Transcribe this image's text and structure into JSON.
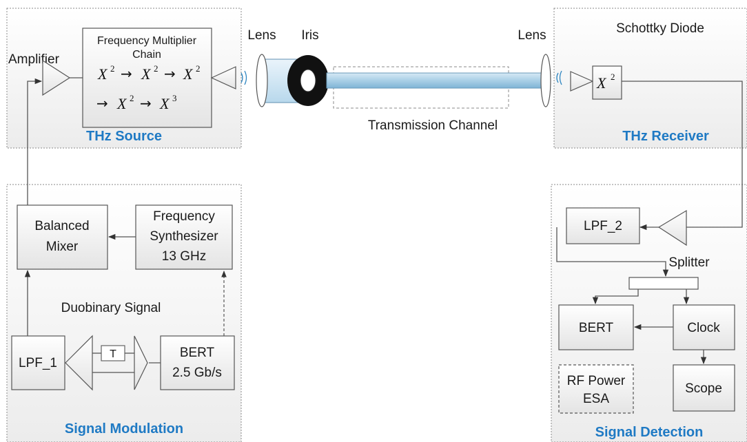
{
  "thz_source": {
    "title": "THz Source",
    "amplifier_label": "Amplifier",
    "multiplier_title_line1": "Frequency Multiplier",
    "multiplier_title_line2": "Chain",
    "math_var": "X",
    "exp2": "2",
    "exp3": "3",
    "arrow": "→"
  },
  "channel": {
    "lens_left": "Lens",
    "iris": "Iris",
    "lens_right": "Lens",
    "title": "Transmission Channel"
  },
  "thz_receiver": {
    "title": "THz Receiver",
    "diode_label": "Schottky Diode",
    "math_var": "X",
    "exp2": "2"
  },
  "signal_modulation": {
    "title": "Signal Modulation",
    "mixer_line1": "Balanced",
    "mixer_line2": "Mixer",
    "synth_line1": "Frequency",
    "synth_line2": "Synthesizer",
    "synth_line3": "13 GHz",
    "duobinary_label": "Duobinary Signal",
    "lpf1": "LPF_1",
    "delay": "T",
    "bert_line1": "BERT",
    "bert_line2": "2.5 Gb/s"
  },
  "signal_detection": {
    "title": "Signal Detection",
    "lpf2": "LPF_2",
    "splitter": "Splitter",
    "bert": "BERT",
    "clock": "Clock",
    "rf_line1": "RF Power",
    "rf_line2": "ESA",
    "scope": "Scope"
  },
  "colors": {
    "title_blue": "#1f7ac4",
    "block_fill_top": "#ffffff",
    "block_fill_bottom": "#e6e6e6",
    "fiber": "#a9cfe6"
  }
}
